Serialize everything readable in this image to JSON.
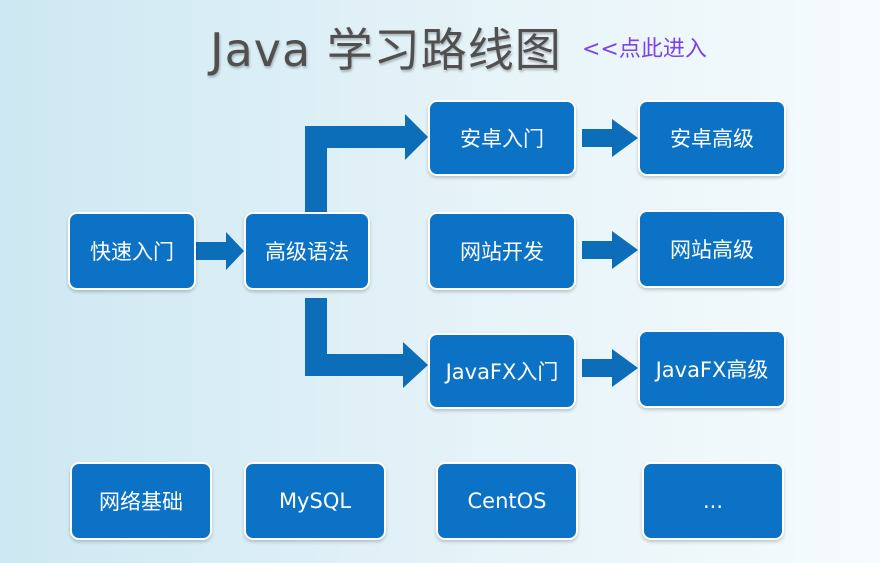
{
  "title": "Java 学习路线图",
  "entry_link": "<<点此进入",
  "nodes": {
    "quick_start": "快速入门",
    "advanced_syntax": "高级语法",
    "android_intro": "安卓入门",
    "android_advanced": "安卓高级",
    "web_dev": "网站开发",
    "web_advanced": "网站高级",
    "javafx_intro": "JavaFX入门",
    "javafx_advanced": "JavaFX高级"
  },
  "bottom_row": [
    "网络基础",
    "MySQL",
    "CentOS",
    "..."
  ],
  "colors": {
    "box": "#0b72c6",
    "arrow": "#0c6db8",
    "link": "#7a45e6",
    "title": "#505050"
  }
}
